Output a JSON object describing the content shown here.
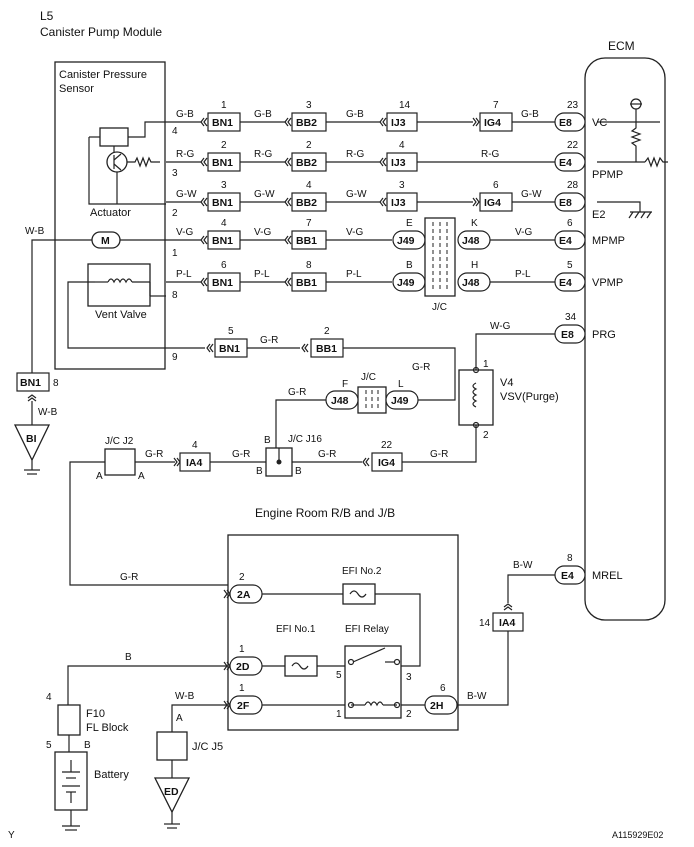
{
  "header": {
    "code": "L5",
    "title": "Canister Pump Module"
  },
  "sensor": {
    "title_line1": "Canister Pressure",
    "title_line2": "Sensor",
    "actuator": "Actuator",
    "vent_valve": "Vent Valve",
    "motor": "M"
  },
  "sensor_pins": [
    "4",
    "3",
    "2",
    "1",
    "8",
    "9"
  ],
  "ecm": {
    "title": "ECM"
  },
  "rows": [
    {
      "w1": "G-B",
      "c1": "BN1",
      "p1": "1",
      "w2": "G-B",
      "c2": "BB2",
      "p2": "3",
      "w3": "G-B",
      "c3": "IJ3",
      "p3": "14",
      "w4": "G-B",
      "c4": "IG4",
      "p4": "7",
      "w5": "G-B",
      "ce": "E8",
      "pe": "23",
      "sig": "VC"
    },
    {
      "w1": "R-G",
      "c1": "BN1",
      "p1": "2",
      "w2": "R-G",
      "c2": "BB2",
      "p2": "2",
      "w3": "R-G",
      "c3": "IJ3",
      "p3": "4",
      "w5": "R-G",
      "ce": "E4",
      "pe": "22",
      "sig": "PPMP"
    },
    {
      "w1": "G-W",
      "c1": "BN1",
      "p1": "3",
      "w2": "G-W",
      "c2": "BB2",
      "p2": "4",
      "w3": "G-W",
      "c3": "IJ3",
      "p3": "3",
      "w4": "G-W",
      "c4": "IG4",
      "p4": "6",
      "w5": "G-W",
      "ce": "E8",
      "pe": "28",
      "sig": "E2"
    },
    {
      "w1": "V-G",
      "c1": "BN1",
      "p1": "4",
      "w2": "V-G",
      "c2": "BB1",
      "p2": "7",
      "w3": "V-G",
      "jl": "J49",
      "jlp": "E",
      "jr": "J48",
      "jrp": "K",
      "w5": "V-G",
      "ce": "E4",
      "pe": "6",
      "sig": "MPMP"
    },
    {
      "w1": "P-L",
      "c1": "BN1",
      "p1": "6",
      "w2": "P-L",
      "c2": "BB1",
      "p2": "8",
      "w3": "P-L",
      "jl": "J49",
      "jlp": "B",
      "jr": "J48",
      "jrp": "H",
      "w5": "P-L",
      "ce": "E4",
      "pe": "5",
      "sig": "VPMP"
    }
  ],
  "jc_label": "J/C",
  "prg": {
    "w1": "G-R",
    "c1": "BN1",
    "p1": "5",
    "w2": "G-R",
    "c2": "BB1",
    "p2": "2",
    "w3": "G-R",
    "ecm_wire": "W-G",
    "ce": "E8",
    "pe": "34",
    "sig": "PRG"
  },
  "vsv": {
    "code": "V4",
    "name": "VSV(Purge)",
    "pin1": "1",
    "pin2": "2"
  },
  "jc2": {
    "name": "J/C J2",
    "pin_a_left": "A",
    "pin_a_right": "A"
  },
  "ia4_row": {
    "w1": "G-R",
    "c": "IA4",
    "p": "4",
    "w2": "G-R"
  },
  "j16": {
    "name": "J/C J16",
    "pin_b_top": "B",
    "pin_b_left": "B",
    "pin_b_right": "B",
    "w_up": "G-R",
    "w_right": "G-R"
  },
  "jc_small": {
    "label": "J/C",
    "left": "J48",
    "left_pin": "F",
    "right": "J49",
    "right_pin": "L"
  },
  "ig4_row": {
    "c": "IG4",
    "p": "22",
    "w": "G-R"
  },
  "bn1_ground": {
    "c": "BN1",
    "p": "8",
    "w_up": "W-B",
    "w_down": "W-B",
    "ground": "BI"
  },
  "engine_room": {
    "title": "Engine Room R/B and J/B",
    "efi2": "EFI No.2",
    "efi1": "EFI No.1",
    "relay": "EFI Relay"
  },
  "rb_conns": [
    {
      "c": "2A",
      "p": "2",
      "w": "G-R"
    },
    {
      "c": "2D",
      "p": "1",
      "w": "B"
    },
    {
      "c": "2F",
      "p": "1",
      "w": "W-B"
    },
    {
      "c": "2H",
      "p": "6",
      "w": "B-W"
    }
  ],
  "relay_pins": [
    "5",
    "3",
    "1",
    "2"
  ],
  "mrel": {
    "w": "B-W",
    "ce": "E4",
    "pe": "8",
    "sig": "MREL",
    "c_ia4": "IA4",
    "p_ia4": "14"
  },
  "fl_block": {
    "code": "F10",
    "name": "FL Block",
    "pin_top": "4",
    "pin_bot": "5",
    "pin_bot_b": "B"
  },
  "battery": {
    "name": "Battery"
  },
  "jc5": {
    "name": "J/C J5",
    "pin": "A",
    "ground": "ED"
  },
  "footer": {
    "left": "Y",
    "right": "A115929E02"
  }
}
